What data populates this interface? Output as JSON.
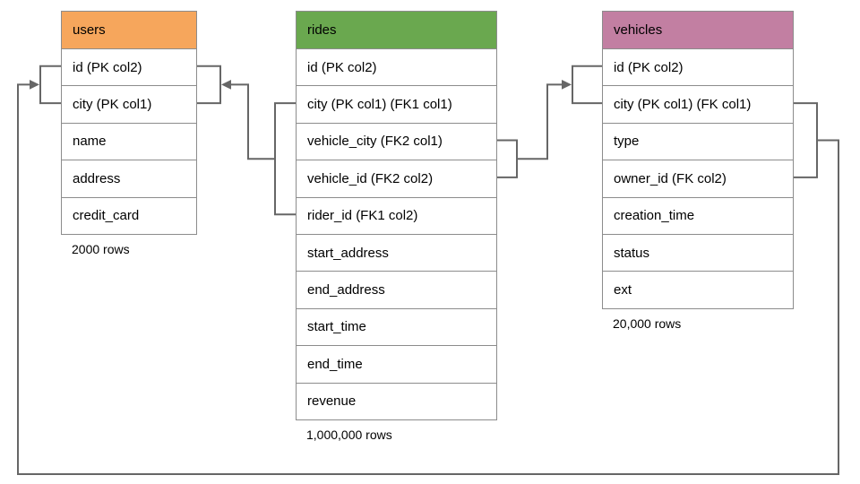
{
  "diagram": {
    "colors": {
      "line": "#666666",
      "border": "#8C8C8C",
      "users_header": "#F6A65C",
      "rides_header": "#6AA84F",
      "vehicles_header": "#C27FA2"
    },
    "tables": [
      {
        "name": "users",
        "header_color": "#F6A65C",
        "rows": [
          "id (PK col2)",
          "city (PK col1)",
          "name",
          "address",
          "credit_card"
        ],
        "row_count": "2000 rows"
      },
      {
        "name": "rides",
        "header_color": "#6AA84F",
        "rows": [
          "id (PK col2)",
          "city (PK col1) (FK1 col1)",
          "vehicle_city (FK2 col1)",
          "vehicle_id (FK2 col2)",
          "rider_id (FK1 col2)",
          "start_address",
          "end_address",
          "start_time",
          "end_time",
          "revenue"
        ],
        "row_count": "1,000,000 rows"
      },
      {
        "name": "vehicles",
        "header_color": "#C27FA2",
        "rows": [
          "id (PK col2)",
          "city (PK col1) (FK col1)",
          "type",
          "owner_id (FK col2)",
          "creation_time",
          "status",
          "ext"
        ],
        "row_count": "20,000 rows"
      }
    ]
  }
}
